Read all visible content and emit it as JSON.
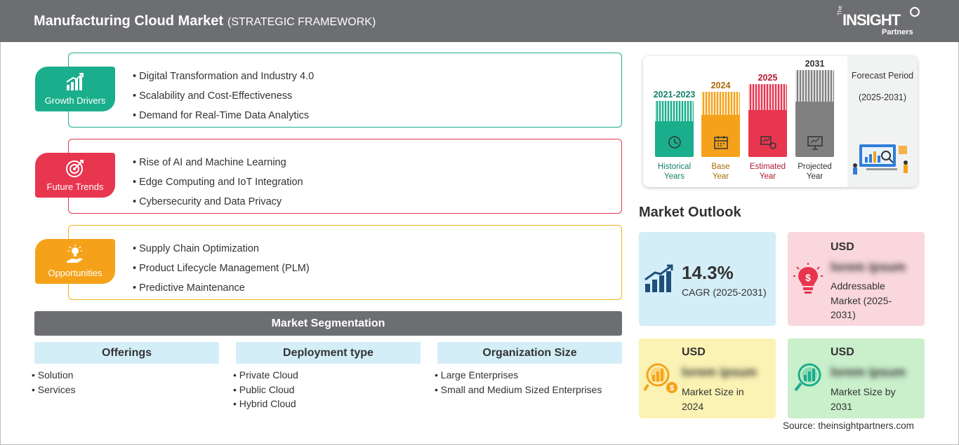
{
  "header": {
    "title": "Manufacturing Cloud Market",
    "subtitle": "(STRATEGIC FRAMEWORK)",
    "logo": {
      "the": "The",
      "insight": "INSIGHT",
      "partners": "Partners"
    }
  },
  "colors": {
    "header_bg": "#6d6e71",
    "growth": "#1aae8c",
    "trends": "#e8364f",
    "opportunities": "#f5a21a",
    "seg_header_bg": "#d4eef8",
    "card_blue": "#d4eef8",
    "card_pink": "#f9d7dc",
    "card_yellow": "#fbf3b4",
    "card_green": "#c9efcb"
  },
  "framework": {
    "growth_drivers": {
      "label": "Growth Drivers",
      "icon": "bar-chart-growth-icon",
      "items": [
        "Digital Transformation and Industry 4.0",
        "Scalability and Cost-Effectiveness",
        "Demand for Real-Time Data Analytics"
      ]
    },
    "future_trends": {
      "label": "Future Trends",
      "icon": "target-icon",
      "items": [
        "Rise of AI and Machine Learning",
        "Edge Computing and IoT Integration",
        "Cybersecurity and Data Privacy"
      ]
    },
    "opportunities": {
      "label": "Opportunities",
      "icon": "lightbulb-hand-icon",
      "items": [
        "Supply Chain Optimization",
        "Product Lifecycle Management (PLM)",
        "Predictive Maintenance"
      ]
    }
  },
  "segmentation": {
    "title": "Market Segmentation",
    "columns": [
      {
        "header": "Offerings",
        "items": [
          "Solution",
          "Services"
        ]
      },
      {
        "header": "Deployment type",
        "items": [
          "Private Cloud",
          "Public Cloud",
          "Hybrid Cloud"
        ]
      },
      {
        "header": "Organization Size",
        "items": [
          "Large Enterprises",
          "Small and Medium Sized Enterprises"
        ]
      }
    ]
  },
  "timeline": {
    "bars": [
      {
        "year": "2021-2023",
        "caption": [
          "Historical",
          "Years"
        ],
        "color": "#1aae8c",
        "text_color": "#15806a",
        "icon": "history-clock-icon"
      },
      {
        "year": "2024",
        "caption": [
          "Base",
          "Year"
        ],
        "color": "#f5a21a",
        "text_color": "#a86b0a",
        "icon": "calendar-icon"
      },
      {
        "year": "2025",
        "caption": [
          "Estimated",
          "Year"
        ],
        "color": "#e8364f",
        "text_color": "#b3182f",
        "icon": "estimate-icon"
      },
      {
        "year": "2031",
        "caption": [
          "Projected",
          "Year"
        ],
        "color": "#808080",
        "text_color": "#333333",
        "icon": "presentation-icon"
      }
    ],
    "forecast_label": "Forecast Period",
    "forecast_range": "(2025-2031)"
  },
  "outlook": {
    "title": "Market Outlook",
    "cagr": {
      "value": "14.3%",
      "label": "CAGR (2025-2031)"
    },
    "addressable": {
      "currency": "USD",
      "value": "lorem ipsum",
      "label": "Addressable Market (2025-2031)"
    },
    "size_2024": {
      "currency": "USD",
      "value": "lorem ipsum",
      "label": "Market Size in 2024"
    },
    "size_2031": {
      "currency": "USD",
      "value": "lorem ipsum",
      "label": "Market Size by 2031"
    }
  },
  "source": "Source: theinsightpartners.com"
}
